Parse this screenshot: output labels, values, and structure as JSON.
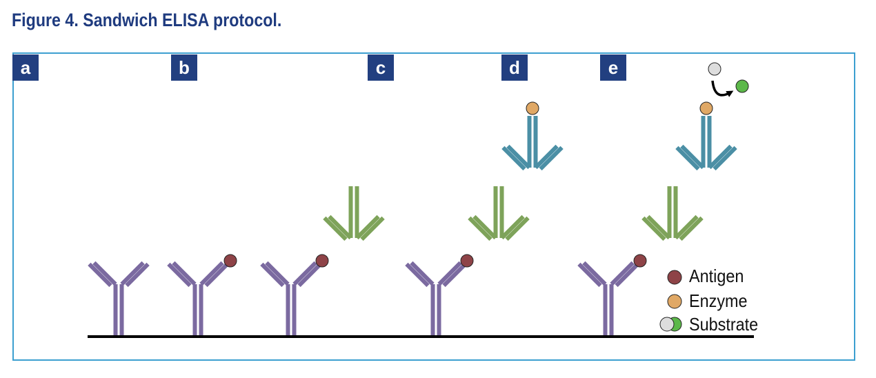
{
  "figure": {
    "title": "Figure 4. Sandwich ELISA protocol."
  },
  "steps": [
    {
      "letter": "a"
    },
    {
      "letter": "b"
    },
    {
      "letter": "c"
    },
    {
      "letter": "d"
    },
    {
      "letter": "e"
    }
  ],
  "legend": {
    "antigen": "Antigen",
    "enzyme": "Enzyme",
    "substrate": "Substrate"
  },
  "colors": {
    "title": "#1f3b7f",
    "badge": "#223f80",
    "frame_border": "#3c9fd0",
    "capture_antibody": "#7b6aa0",
    "detection_antibody": "#7ea35a",
    "enzyme_antibody": "#4b8fa5",
    "antigen": "#8e4347",
    "enzyme": "#e0a865",
    "substrate_before": "#dddddd",
    "substrate_after": "#5cb84a",
    "surface_line": "#000000"
  }
}
